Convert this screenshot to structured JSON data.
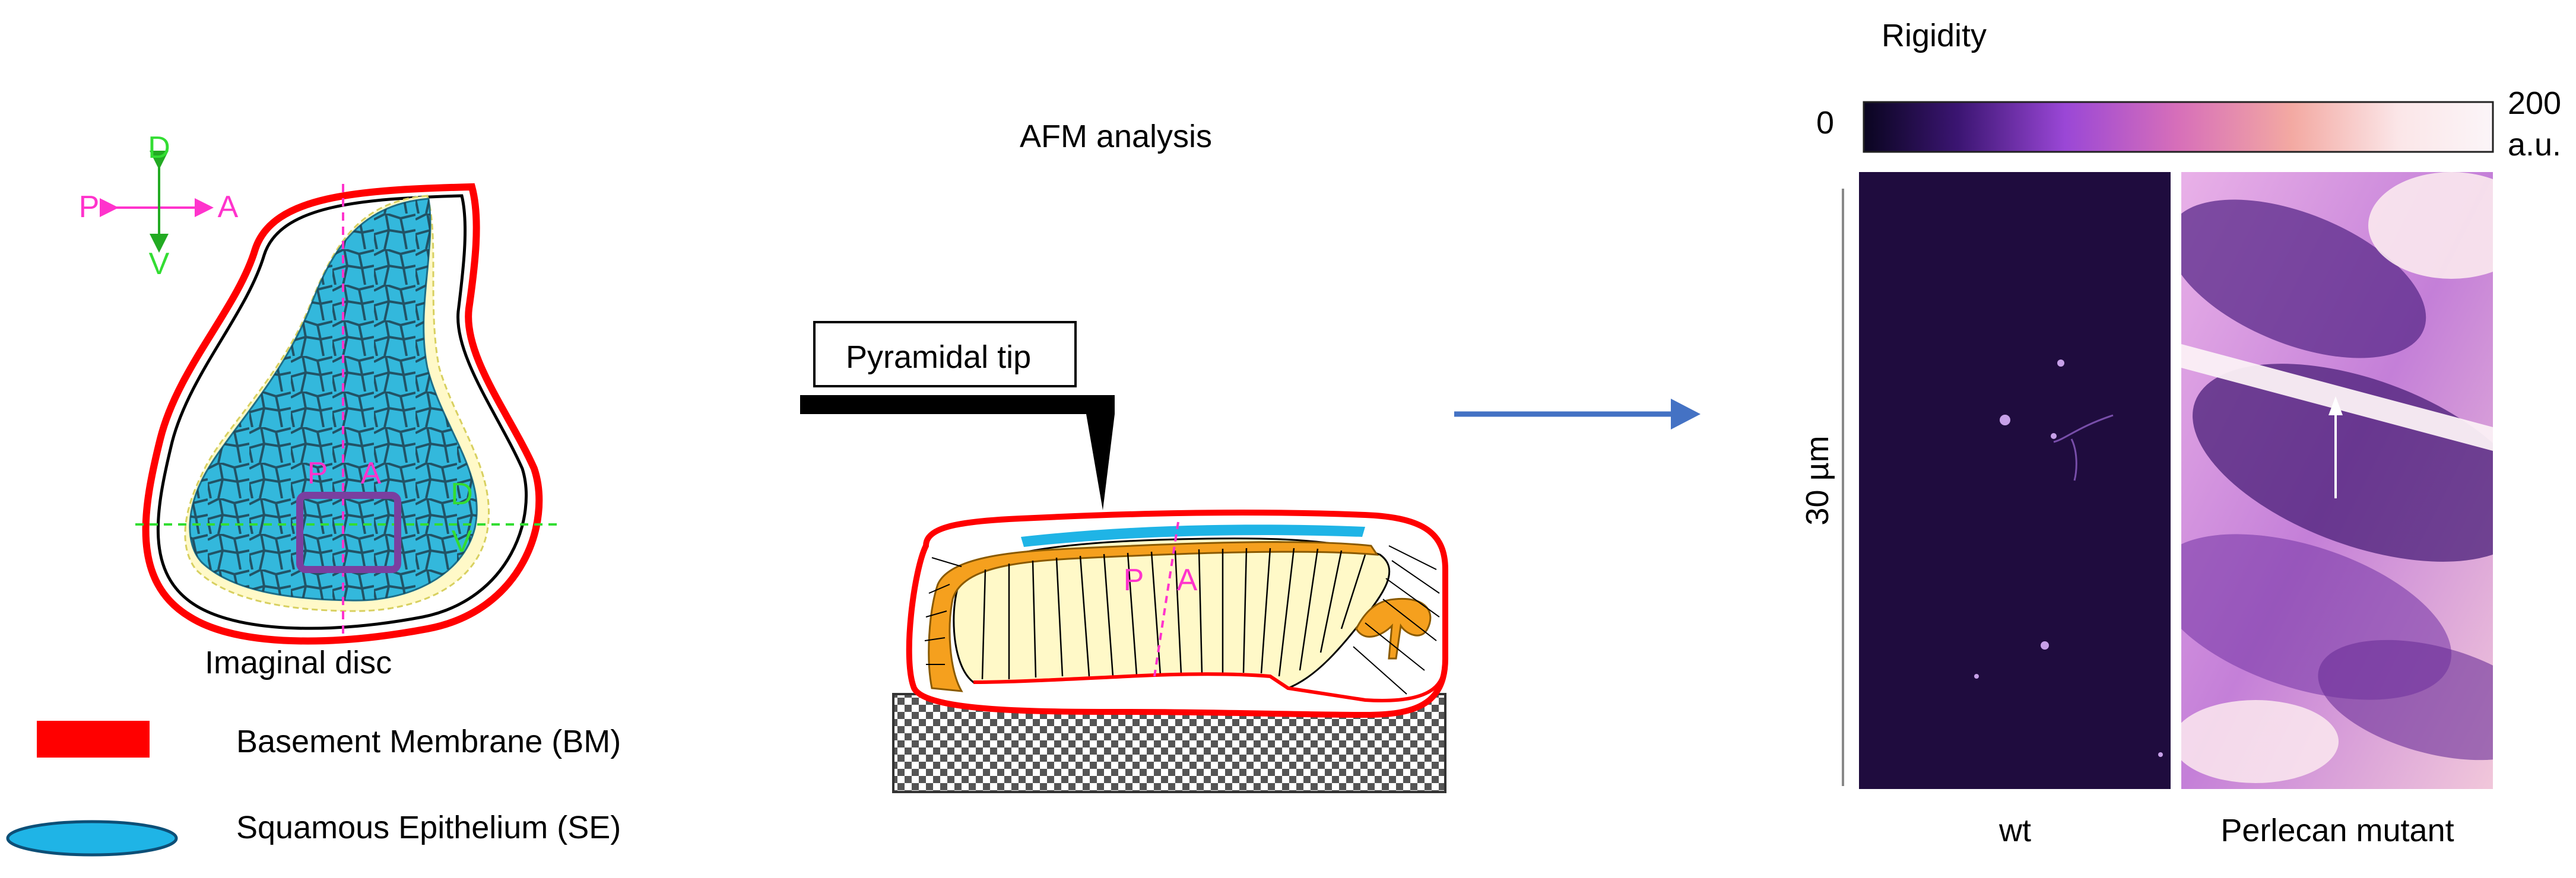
{
  "disc": {
    "axis": {
      "d": "D",
      "v": "V",
      "p": "P",
      "a": "A"
    },
    "inner_labels": {
      "p": "P",
      "a": "A",
      "d": "D",
      "v": "V"
    },
    "caption": "Imaginal disc"
  },
  "legend": {
    "bm": {
      "label": "Basement Membrane (BM)",
      "color": "#ff0000"
    },
    "se": {
      "label": "Squamous Epithelium (SE)",
      "color": "#1fb4e6"
    }
  },
  "afm": {
    "title": "AFM analysis",
    "tip_label": "Pyramidal tip",
    "section_labels": {
      "p": "P",
      "a": "A"
    }
  },
  "rigidity": {
    "title": "Rigidity",
    "min": "0",
    "max_value": "200",
    "max_unit": "a.u.",
    "scale_label": "30 µm",
    "panels": [
      {
        "label": "wt"
      },
      {
        "label": "Perlecan mutant"
      }
    ],
    "colormap": [
      "#0a0520",
      "#3b1572",
      "#9a47d6",
      "#e37fa8",
      "#f7bfb0",
      "#fbf5f8"
    ]
  },
  "colors": {
    "magenta": "#ff33cc",
    "green": "#33dd33",
    "arrow_blue": "#4472c4",
    "orange": "#f5a01e",
    "pale_yellow": "#fff9c8",
    "purple_box": "#7a3fa0"
  }
}
